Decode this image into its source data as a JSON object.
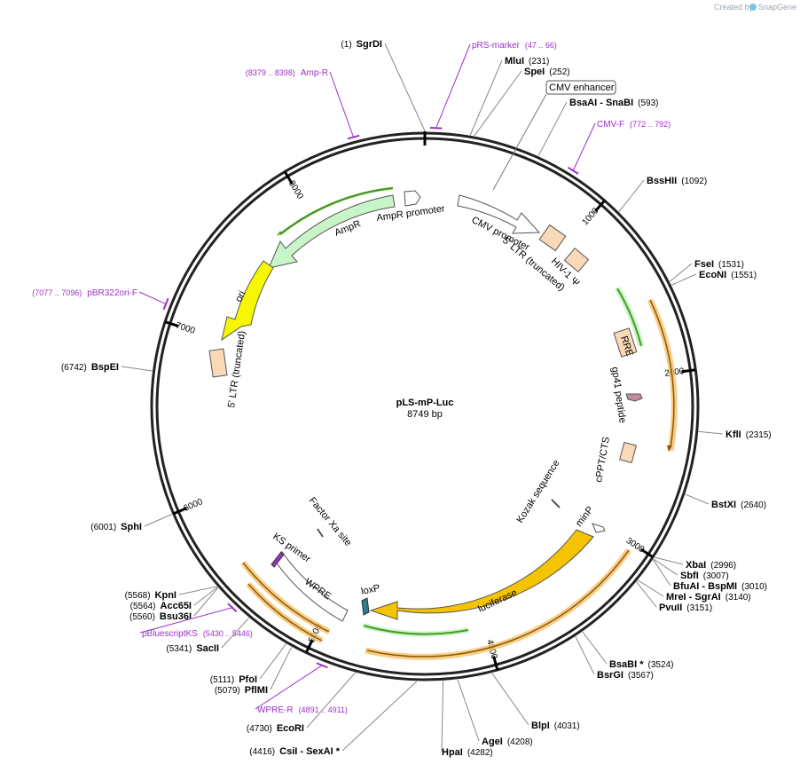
{
  "credit": {
    "prefix": "Created by",
    "brand": "SnapGene"
  },
  "plasmid": {
    "name": "pLS-mP-Luc",
    "length": 8749,
    "length_label": "8749 bp"
  },
  "ticks": [
    {
      "pos": 1000,
      "label": "1000"
    },
    {
      "pos": 2000,
      "label": "2000"
    },
    {
      "pos": 3000,
      "label": "3000"
    },
    {
      "pos": 4000,
      "label": "4000"
    },
    {
      "pos": 5000,
      "label": "5000"
    },
    {
      "pos": 6000,
      "label": "6000"
    },
    {
      "pos": 7000,
      "label": "7000"
    },
    {
      "pos": 8000,
      "label": "8000"
    }
  ],
  "sites": [
    {
      "name": "SgrDI",
      "pos_label": "(1)",
      "pos": 1
    },
    {
      "name": "MluI",
      "pos_label": "(231)",
      "pos": 231
    },
    {
      "name": "SpeI",
      "pos_label": "(252)",
      "pos": 252
    },
    {
      "name": "BsaAI  - SnaBI",
      "pos_label": "(593)",
      "pos": 593
    },
    {
      "name": "BssHII",
      "pos_label": "(1092)",
      "pos": 1092
    },
    {
      "name": "FseI",
      "pos_label": "(1531)",
      "pos": 1531
    },
    {
      "name": "EcoNI",
      "pos_label": "(1551)",
      "pos": 1551
    },
    {
      "name": "KflI",
      "pos_label": "(2315)",
      "pos": 2315
    },
    {
      "name": "BstXI",
      "pos_label": "(2640)",
      "pos": 2640
    },
    {
      "name": "XbaI",
      "pos_label": "(2996)",
      "pos": 2996
    },
    {
      "name": "SbfI",
      "pos_label": "(3007)",
      "pos": 3007
    },
    {
      "name": "BfuAI  - BspMI",
      "pos_label": "(3010)",
      "pos": 3010
    },
    {
      "name": "MreI  - SgrAI",
      "pos_label": "(3140)",
      "pos": 3140
    },
    {
      "name": "PvuII",
      "pos_label": "(3151)",
      "pos": 3151
    },
    {
      "name": "BsaBI *",
      "pos_label": "(3524)",
      "pos": 3524
    },
    {
      "name": "BsrGI",
      "pos_label": "(3567)",
      "pos": 3567
    },
    {
      "name": "BlpI",
      "pos_label": "(4031)",
      "pos": 4031
    },
    {
      "name": "AgeI",
      "pos_label": "(4208)",
      "pos": 4208
    },
    {
      "name": "HpaI",
      "pos_label": "(4282)",
      "pos": 4282
    },
    {
      "name": "CsiI  - SexAI *",
      "pos_label": "(4416)",
      "pos": 4416
    },
    {
      "name": "EcoRI",
      "pos_label": "(4730)",
      "pos": 4730
    },
    {
      "name": "PflMI",
      "pos_label": "(5079)",
      "pos": 5079
    },
    {
      "name": "PfoI",
      "pos_label": "(5111)",
      "pos": 5111
    },
    {
      "name": "SacII",
      "pos_label": "(5341)",
      "pos": 5341
    },
    {
      "name": "Bsu36I",
      "pos_label": "(5560)",
      "pos": 5560
    },
    {
      "name": "Acc65I",
      "pos_label": "(5564)",
      "pos": 5564
    },
    {
      "name": "KpnI",
      "pos_label": "(5568)",
      "pos": 5568
    },
    {
      "name": "SphI",
      "pos_label": "(6001)",
      "pos": 6001
    },
    {
      "name": "BspEI",
      "pos_label": "(6742)",
      "pos": 6742
    }
  ],
  "primers": [
    {
      "name": "pRS-marker",
      "range_label": "(47 .. 66)",
      "pos": 56
    },
    {
      "name": "CMV-F",
      "range_label": "(772 .. 792)",
      "pos": 782
    },
    {
      "name": "WPRE-R",
      "range_label": "(4891 .. 4911)",
      "pos": 4901
    },
    {
      "name": "pBluescriptKS",
      "range_label": "(5430 .. 5446)",
      "pos": 5438
    },
    {
      "name": "pBR322ori-F",
      "range_label": "(7077 .. 7096)",
      "pos": 7086
    },
    {
      "name": "Amp-R",
      "range_label": "(8379 .. 8398)",
      "pos": 8388
    }
  ],
  "features": [
    {
      "name": "CMV enhancer",
      "boxed": true
    },
    {
      "name": "CMV promoter"
    },
    {
      "name": "5' LTR (truncated)"
    },
    {
      "name": "HIV-1 Ψ"
    },
    {
      "name": "RRE"
    },
    {
      "name": "gp41 peptide"
    },
    {
      "name": "cPPT/CTS"
    },
    {
      "name": "Kozak sequence"
    },
    {
      "name": "minP"
    },
    {
      "name": "luciferase"
    },
    {
      "name": "loxP"
    },
    {
      "name": "WPRE"
    },
    {
      "name": "KS primer"
    },
    {
      "name": "Factor Xa site"
    },
    {
      "name": "5' LTR (truncated)"
    },
    {
      "name": "ori"
    },
    {
      "name": "AmpR"
    },
    {
      "name": "AmpR promoter"
    }
  ],
  "colors": {
    "backbone": "#222222",
    "primer": "#9b30c8",
    "ori": "#f7f700",
    "luciferase": "#f5c400",
    "ampr": "#c8f5c8",
    "ltr": "#fad9b6",
    "orf_glow": "#f7c06a",
    "green_orf": "#4a9a20",
    "loxp": "#2f7d8a",
    "gp41": "#c48ba0"
  }
}
